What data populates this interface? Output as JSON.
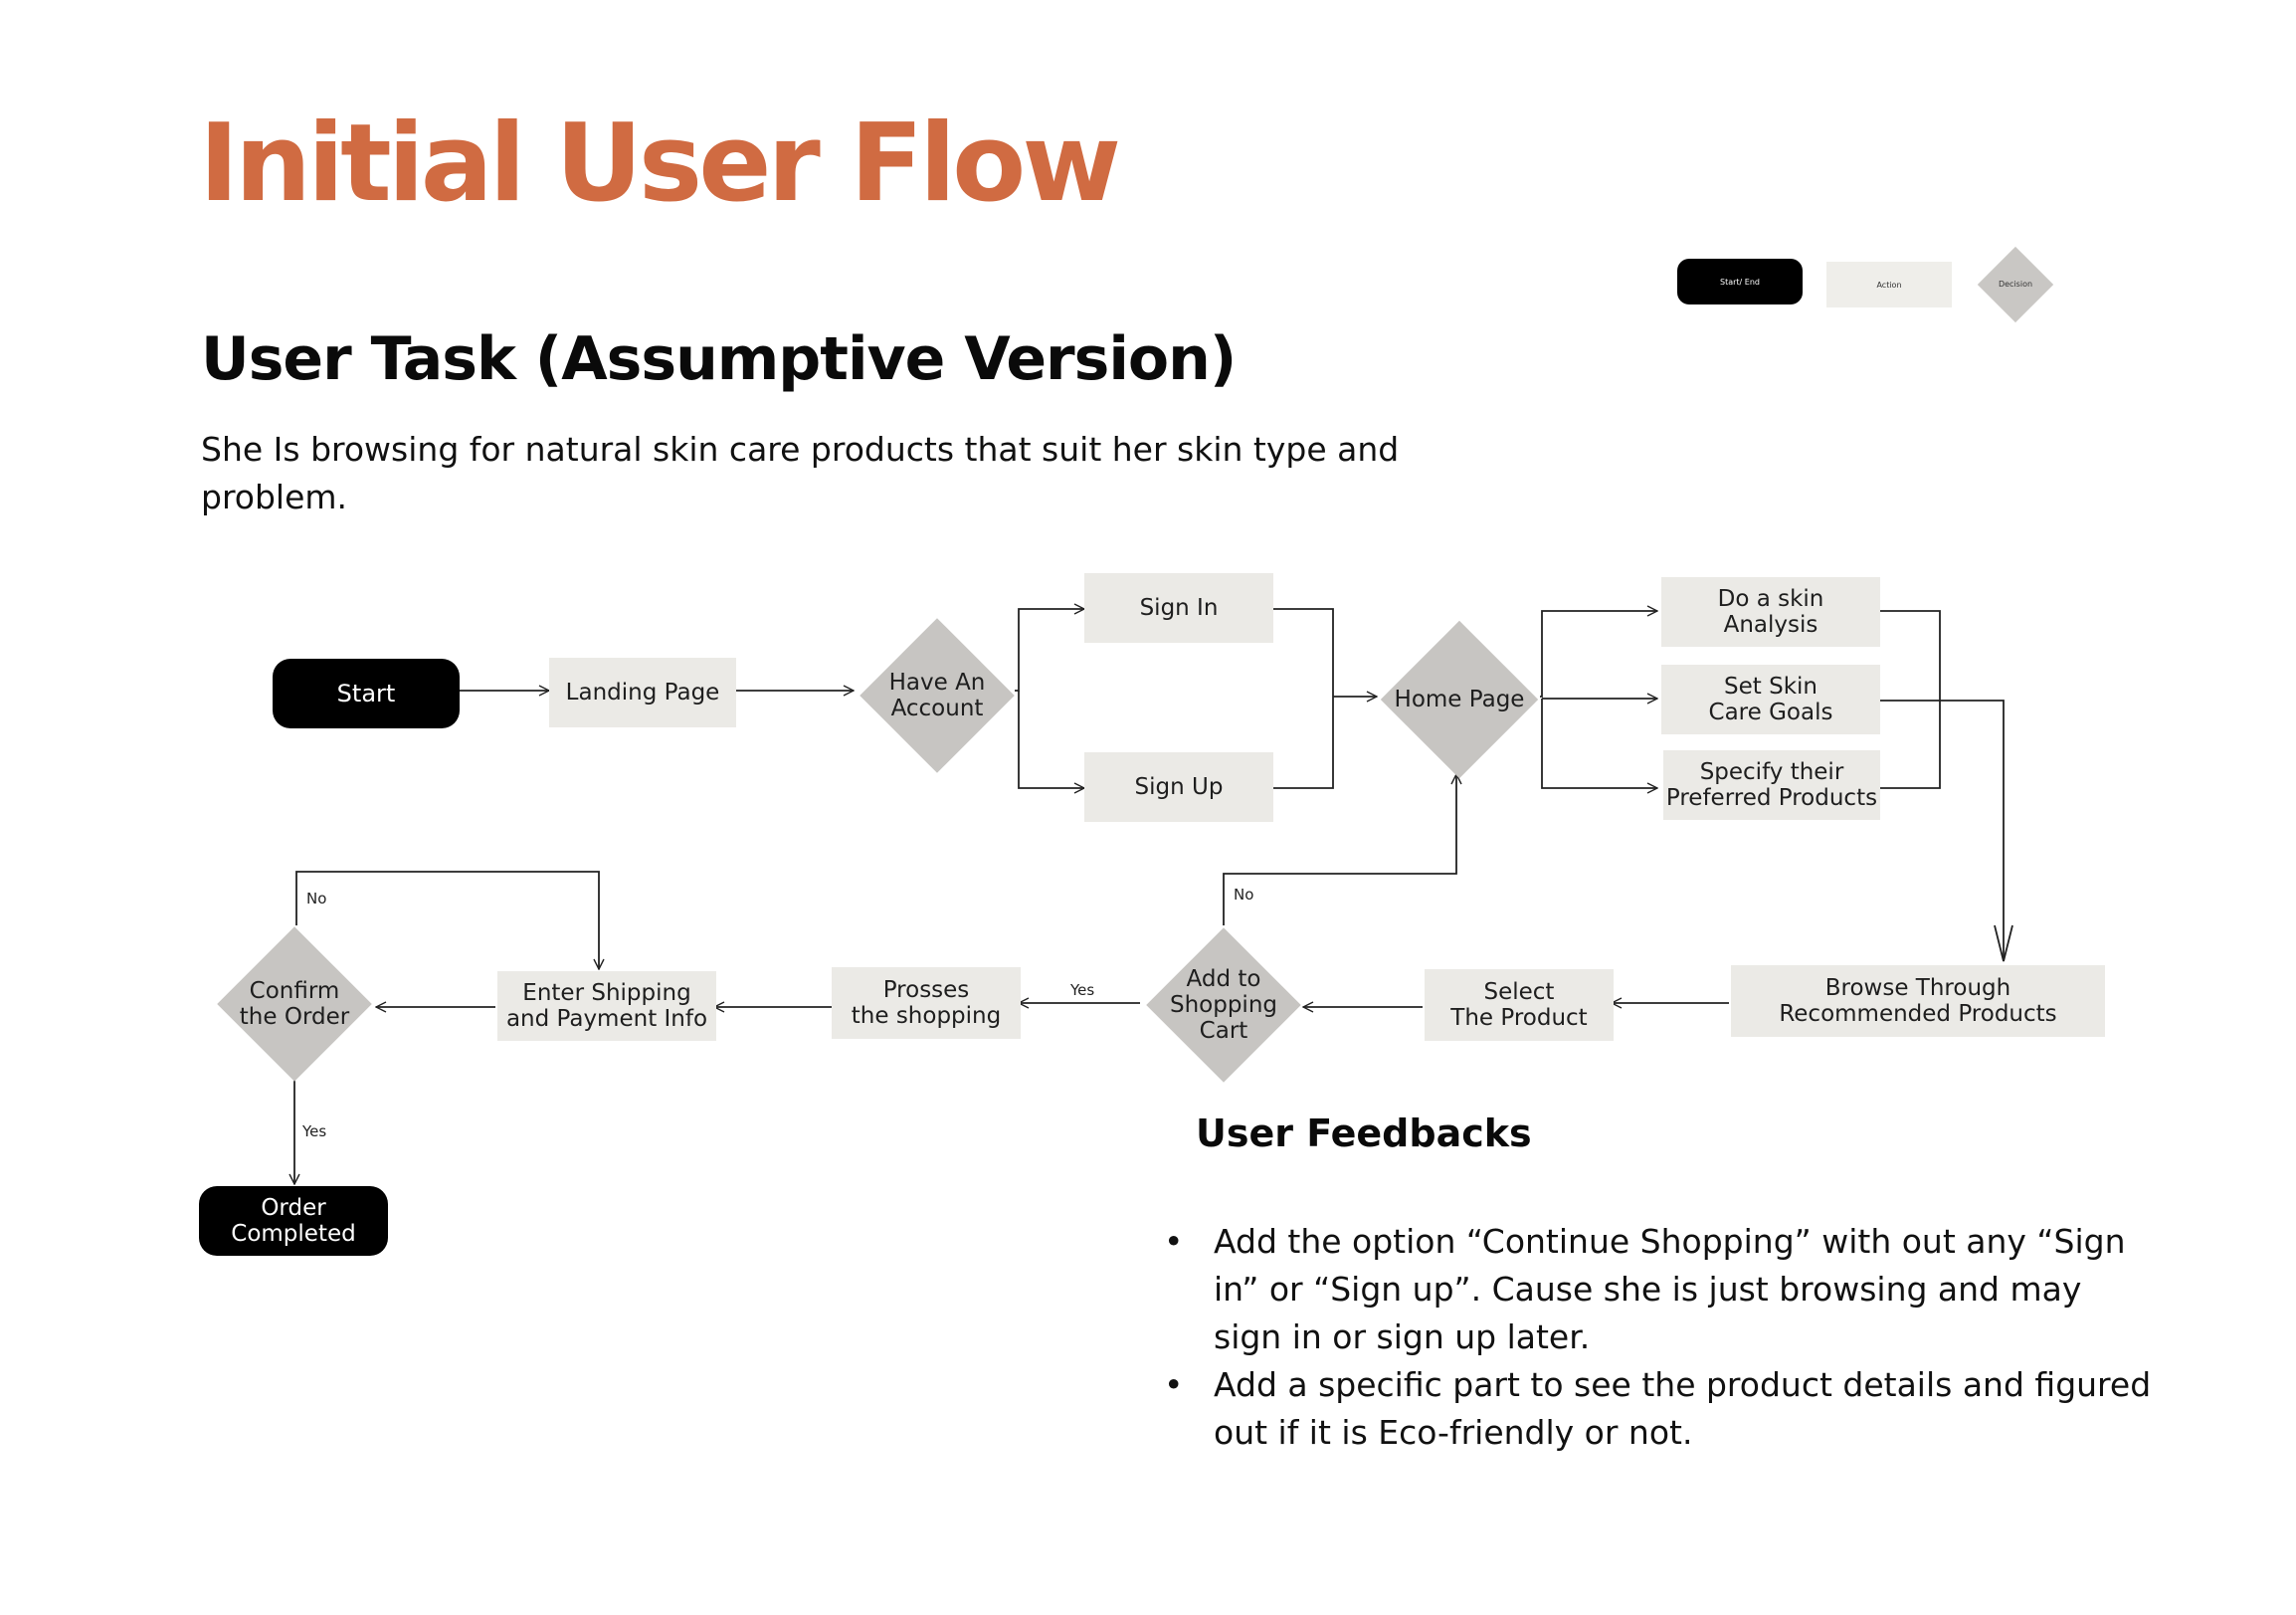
{
  "title": "Initial User Flow",
  "subtitle": "User Task (Assumptive Version)",
  "description": "She Is browsing for natural skin care products that suit her skin type and problem.",
  "legend": {
    "start_end": "Start/ End",
    "action": "Action",
    "decision": "Decision"
  },
  "colors": {
    "title_accent": "#d06b42",
    "start_end_fill": "#000000",
    "action_fill": "#ebeae6",
    "decision_fill": "#c7c5c2"
  },
  "nodes": {
    "start": "Start",
    "landing_page": "Landing Page",
    "have_account": "Have An\nAccount",
    "sign_in": "Sign In",
    "sign_up": "Sign Up",
    "home_page": "Home Page",
    "skin_analysis": "Do a skin\nAnalysis",
    "skin_goals": "Set Skin\nCare Goals",
    "preferred_products": "Specify their\nPreferred Products",
    "browse": "Browse Through\nRecommended Products",
    "select_product": "Select\nThe Product",
    "add_to_cart": "Add to\nShopping\nCart",
    "prosses": "Prosses\nthe shopping",
    "shipping": "Enter Shipping\nand Payment Info",
    "confirm": "Confirm\nthe Order",
    "order_completed": "Order Completed"
  },
  "edge_labels": {
    "cart_no": "No",
    "cart_yes": "Yes",
    "confirm_no": "No",
    "confirm_yes": "Yes"
  },
  "feedback": {
    "title": "User Feedbacks",
    "items": [
      "Add the option “Continue Shopping” with out any “Sign in” or “Sign up”. Cause she is just browsing and may sign in or sign up later.",
      "Add a specific part to see the product details and figured out if it is Eco-friendly or not."
    ]
  }
}
